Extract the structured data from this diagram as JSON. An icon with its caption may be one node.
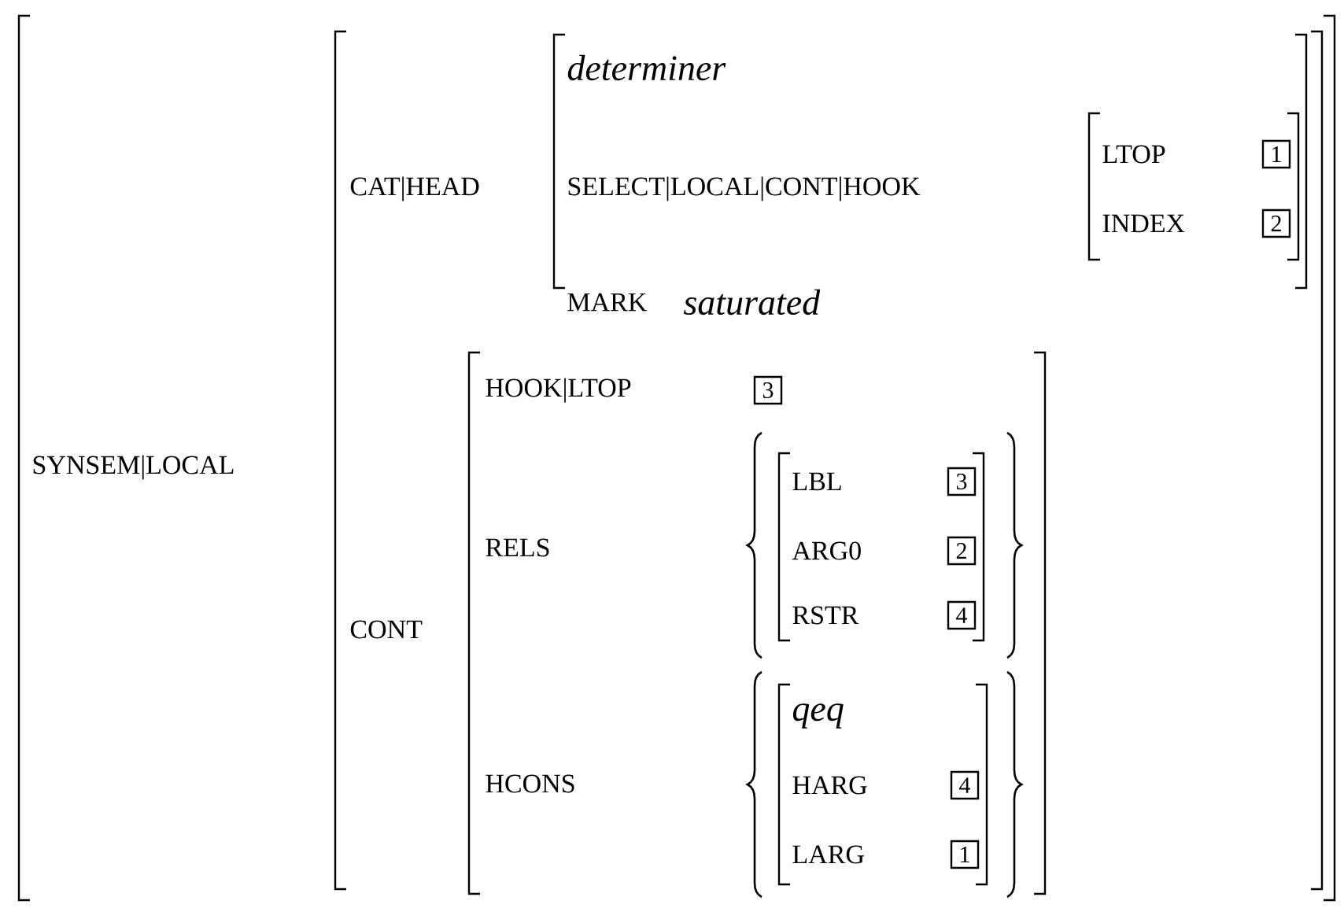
{
  "diagram": {
    "nodes": [
      {
        "text": [
          "SYNSEM|LOCAL"
        ]
      },
      {
        "text": [
          "CAT|HEAD",
          "CONT"
        ],
        "in": 0
      },
      {
        "text": [
          "determiner",
          "SELECT|LOCAL|CONT|HOOK",
          "MARK",
          "saturated"
        ],
        "in": 1
      },
      {
        "text": [
          "LTOP",
          "INDEX"
        ],
        "in": 2
      },
      {
        "text": [
          "1"
        ],
        "in": 3
      },
      {
        "text": [
          "2"
        ],
        "in": 3
      },
      {
        "text": [
          "HOOK|LTOP",
          "RELS",
          "HCONS"
        ],
        "in": 1
      },
      {
        "text": [
          "3"
        ],
        "in": 6
      },
      {
        "text": [
          "LBL",
          "ARG0",
          "RSTR"
        ],
        "in": 6
      },
      {
        "text": [
          "3"
        ],
        "in": 8
      },
      {
        "text": [
          "2"
        ],
        "in": 8
      },
      {
        "text": [
          "4"
        ],
        "in": 8
      },
      {
        "text": [
          "qeq",
          "HARG",
          "LARG"
        ],
        "in": 6
      },
      {
        "text": [
          "4"
        ],
        "in": 12
      },
      {
        "text": [
          "1"
        ],
        "in": 12
      }
    ]
  }
}
